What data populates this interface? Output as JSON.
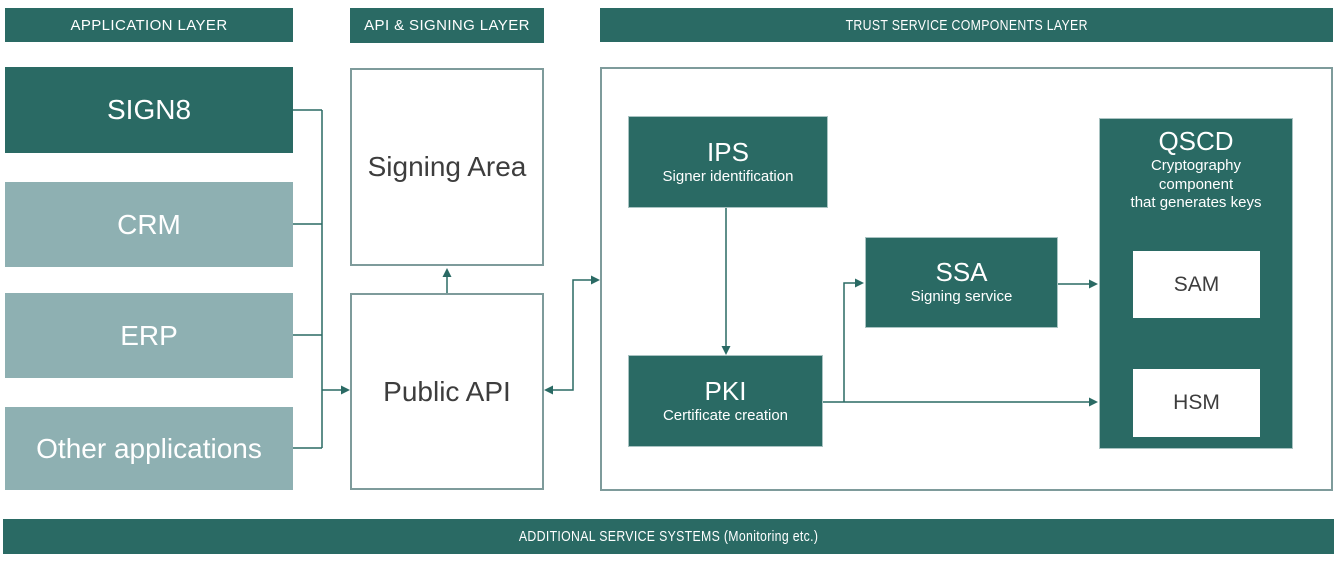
{
  "palette": {
    "dark_teal": "#2a6a64",
    "light_teal": "#8eb0b2",
    "box_border": "#7e9b9b",
    "trust_box_border": "#a9c3c2",
    "line_color": "#2a6a64",
    "text_dark": "#3d3d3d",
    "white": "#ffffff",
    "background": "#ffffff"
  },
  "headers": {
    "application_layer": "APPLICATION LAYER",
    "api_signing_layer": "API & SIGNING LAYER",
    "trust_service_layer": "TRUST SERVICE COMPONENTS LAYER",
    "additional_services": "ADDITIONAL SERVICE SYSTEMS (Monitoring etc.)"
  },
  "application_layer": {
    "boxes": [
      {
        "label": "SIGN8",
        "emphasis": "primary"
      },
      {
        "label": "CRM",
        "emphasis": "secondary"
      },
      {
        "label": "ERP",
        "emphasis": "secondary"
      },
      {
        "label": "Other applications",
        "emphasis": "secondary"
      }
    ]
  },
  "api_layer": {
    "signing_area_label": "Signing Area",
    "public_api_label": "Public API"
  },
  "trust_layer": {
    "ips": {
      "title": "IPS",
      "subtitle": "Signer identification"
    },
    "pki": {
      "title": "PKI",
      "subtitle": "Certificate creation"
    },
    "ssa": {
      "title": "SSA",
      "subtitle": "Signing service"
    },
    "qscd": {
      "title": "QSCD",
      "subtitle_lines": [
        "Cryptography",
        "component",
        "that generates keys"
      ],
      "modules": [
        {
          "label": "SAM"
        },
        {
          "label": "HSM"
        }
      ]
    }
  }
}
